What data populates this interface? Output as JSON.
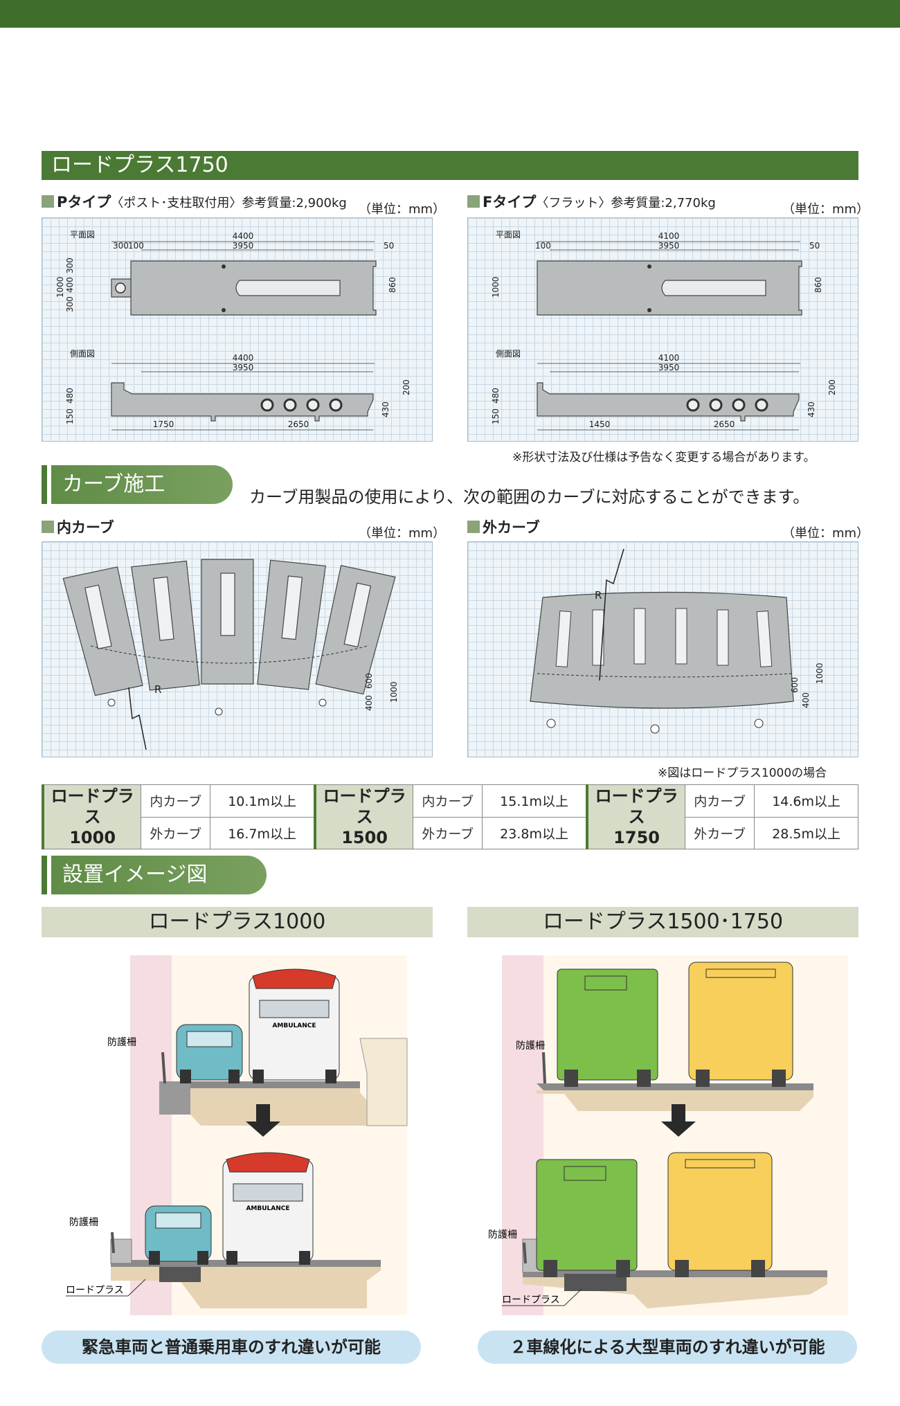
{
  "section_title": "ロードプラス1750",
  "p_type": {
    "title": "Pタイプ",
    "paren": "〈ポスト･支柱取付用〉参考質量:2,900kg",
    "unit": "（単位：mm）",
    "plan_label": "平面図",
    "side_label": "側面図",
    "dims": {
      "total": "4400",
      "inner": "3950",
      "a": "300",
      "b": "100",
      "c": "50",
      "h1": "1000",
      "h2": "860",
      "v1": "300",
      "v2": "400",
      "v3": "300",
      "s1": "480",
      "s2": "150",
      "s3": "430",
      "s4": "200",
      "l1": "1750",
      "l2": "2650"
    }
  },
  "f_type": {
    "title": "Fタイプ",
    "paren": "〈フラット〉参考質量:2,770kg",
    "unit": "（単位：mm）",
    "plan_label": "平面図",
    "side_label": "側面図",
    "dims": {
      "total": "4100",
      "inner": "3950",
      "b": "100",
      "c": "50",
      "h1": "1000",
      "h2": "860",
      "s1": "480",
      "s2": "150",
      "s3": "430",
      "s4": "200",
      "l1": "1450",
      "l2": "2650"
    }
  },
  "spec_note": "※形状寸法及び仕様は予告なく変更する場合があります。",
  "curve": {
    "tab": "カーブ施工",
    "lead": "カーブ用製品の使用により、次の範囲のカーブに対応することができます。",
    "inner_title": "内カーブ",
    "outer_title": "外カーブ",
    "unit": "（単位：mm）",
    "r_label": "R",
    "d600": "600",
    "d400": "400",
    "d1000": "1000",
    "note": "※図はロードプラス1000の場合"
  },
  "curve_table": [
    {
      "product_line1": "ロードプラス",
      "product_line2": "1000",
      "inner_label": "内カーブ",
      "inner_value": "10.1m以上",
      "outer_label": "外カーブ",
      "outer_value": "16.7m以上"
    },
    {
      "product_line1": "ロードプラス",
      "product_line2": "1500",
      "inner_label": "内カーブ",
      "inner_value": "15.1m以上",
      "outer_label": "外カーブ",
      "outer_value": "23.8m以上"
    },
    {
      "product_line1": "ロードプラス",
      "product_line2": "1750",
      "inner_label": "内カーブ",
      "inner_value": "14.6m以上",
      "outer_label": "外カーブ",
      "outer_value": "28.5m以上"
    }
  ],
  "install": {
    "tab": "設置イメージ図",
    "left_head": "ロードプラス1000",
    "right_head": "ロードプラス1500･1750",
    "guard_label": "防護柵",
    "product_label": "ロードプラス",
    "ambulance": "AMBULANCE",
    "left_caption": "緊急車両と普通乗用車のすれ違いが可能",
    "right_caption": "２車線化による大型車両のすれ違いが可能"
  },
  "colors": {
    "brand_green": "#4b7a34",
    "head_bg": "#d6dcc8",
    "caption_bg": "#c9e3f2"
  }
}
